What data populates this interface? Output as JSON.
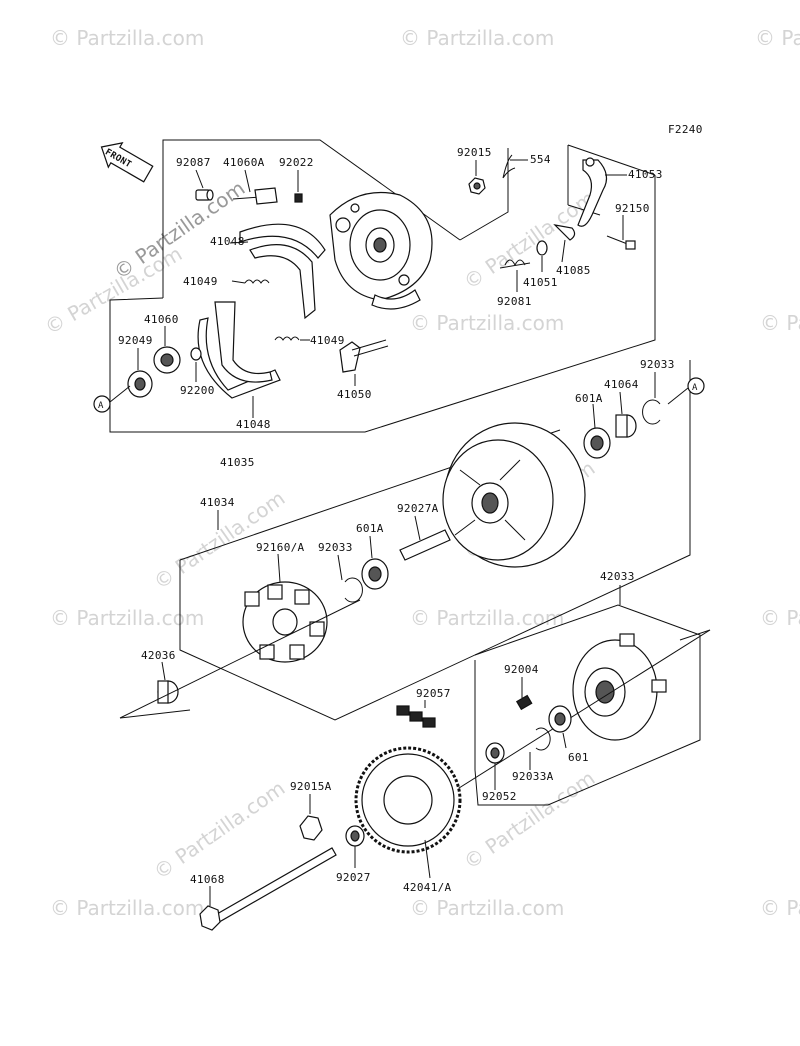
{
  "diagram_code": "F2240",
  "watermark": "© Partzilla.com",
  "front_arrow_label": "FRONT",
  "ref_marker": "A",
  "labels": {
    "l92087": "92087",
    "l41060A": "41060A",
    "l92022": "92022",
    "l92015": "92015",
    "l554": "554",
    "l41053": "41053",
    "l41048a": "41048",
    "l41049a": "41049",
    "l41049b": "41049",
    "l41060": "41060",
    "l92049": "92049",
    "l92200": "92200",
    "l41048b": "41048",
    "l41035": "41035",
    "l41050": "41050",
    "l92081": "92081",
    "l41051": "41051",
    "l41085": "41085",
    "l92150": "92150",
    "l92033a": "92033",
    "l41064": "41064",
    "l601A_top": "601A",
    "l41034": "41034",
    "l92027A": "92027A",
    "l92160A": "92160/A",
    "l92033b": "92033",
    "l601A_mid": "601A",
    "l42033": "42033",
    "l42036": "42036",
    "l92004": "92004",
    "l92057": "92057",
    "l601": "601",
    "l92033A": "92033A",
    "l92052": "92052",
    "l92015A": "92015A",
    "l92027": "92027",
    "l42041A": "42041/A",
    "l41068": "41068"
  }
}
